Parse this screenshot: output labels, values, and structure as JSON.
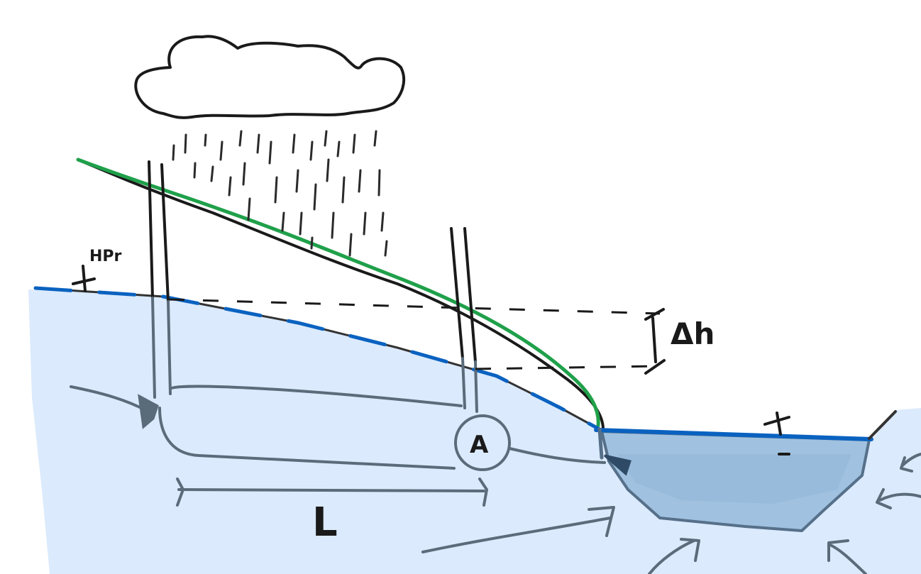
{
  "labels": {
    "well_label": "HPr",
    "head_difference": "Δh",
    "distance": "L",
    "point": "A"
  },
  "colors": {
    "groundwater": "#dbeafc",
    "groundwater_flow": "#5a6b7a",
    "water_table": "#0a62c0",
    "river_water": "#a0c2e0",
    "terrain_surface": "#1fa04a",
    "ink": "#1a1a1a"
  },
  "icons": [
    "rain-cloud-icon",
    "water-table-symbol-icon"
  ]
}
